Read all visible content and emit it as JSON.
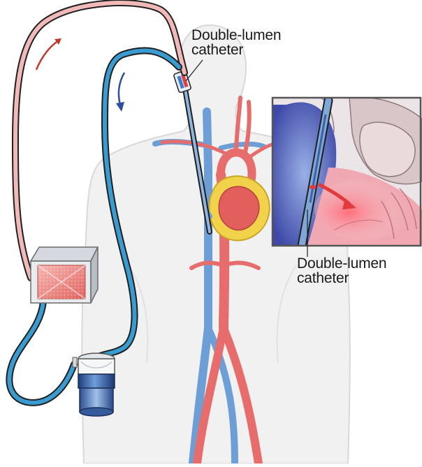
{
  "labels": {
    "top": {
      "line1": "Double-lumen",
      "line2": "catheter"
    },
    "inset": {
      "line1": "Double-lumen",
      "line2": "catheter"
    }
  },
  "colors": {
    "body_fill": "#f1f1f1",
    "body_outline": "#d9d9d9",
    "artery": "#e66d6b",
    "artery_dark": "#c94745",
    "vein": "#6d9fd6",
    "vein_dark": "#4a78b3",
    "tube_red": "#f2b9b9",
    "tube_blue": "#3a9bd1",
    "tube_outline": "#1f1f1f",
    "arrow_red": "#c0392b",
    "arrow_blue": "#2c4fa3",
    "fat": "#f2d24a",
    "inset_bg": "#e9e2e4",
    "inset_border": "#555555"
  },
  "icons": {
    "pump": "ecmo-pump-icon",
    "oxygenator": "oxygenator-canister-icon",
    "heart": "heart-icon",
    "catheter": "catheter-icon"
  }
}
